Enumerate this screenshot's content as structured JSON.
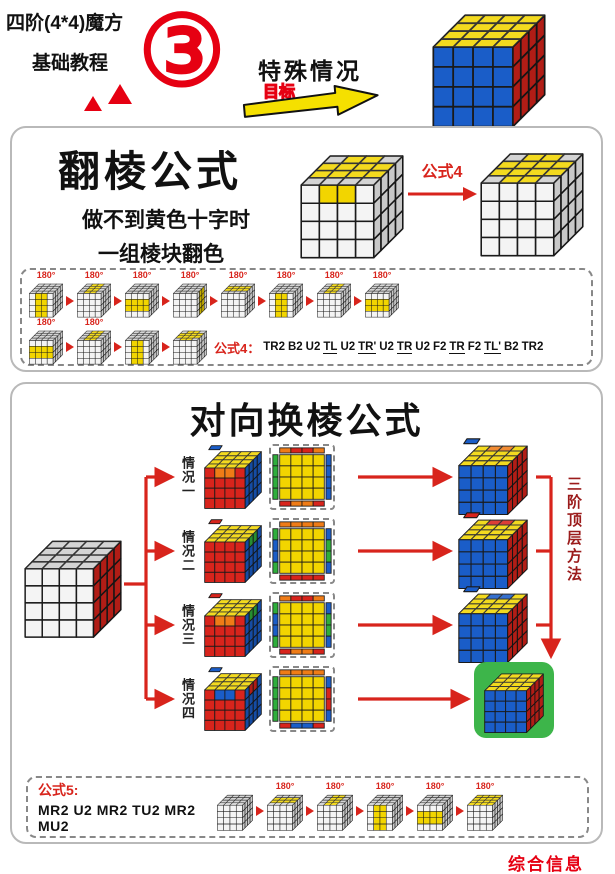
{
  "colors": {
    "Y": "#f2d500",
    "R": "#d8241c",
    "B": "#1a5dc8",
    "G": "#2fae3c",
    "O": "#ef7c17",
    "W": "#f4f4f4",
    "X": "#cfcfcf"
  },
  "header": {
    "title_line1": "四阶(4*4)魔方",
    "title_line2": "基础教程",
    "lesson_number": "③",
    "special_title": "特殊情况",
    "goal_label": "目标"
  },
  "header_cube": {
    "t": "Y",
    "f": "B",
    "r": "R"
  },
  "cube_defs": {
    "plain": {
      "t": "X",
      "f": "W",
      "r": "W"
    },
    "front_v": {
      "t": "X",
      "f": "WYYWWYYWWYYWWYYW",
      "r": "W"
    },
    "front_h": {
      "t": "X",
      "f": "WWWWYYYYYYYYWWWW",
      "r": "W"
    },
    "top_v": {
      "t": "XYYXXYYXXYYXXYYX",
      "f": "W",
      "r": "W"
    },
    "top_h": {
      "t": "XXXXYYYYYYYYXXXX",
      "f": "W",
      "r": "W"
    },
    "right_v": {
      "t": "X",
      "f": "W",
      "r": "WYYWWYYWWYYWWYYW"
    },
    "cross": {
      "t": "XYYXYYYYYYYYXYYX",
      "f": "W",
      "r": "W"
    },
    "top_full": {
      "t": "Y",
      "f": "W",
      "r": "W"
    }
  },
  "panel1": {
    "title": "翻棱公式",
    "line1": "做不到黄色十字时",
    "line2": "一组棱块翻色",
    "arrow_label": "公式4",
    "cube_before": {
      "t": "XYYXYYYYYYYYXXXX",
      "f": "WYYWWWWWWWWWWWWW",
      "r": "W"
    },
    "cube_after": {
      "t": "XYYXYYYYYYYYXYYX",
      "f": "W",
      "r": "W"
    },
    "seq_row1": [
      {
        "angle": "180°",
        "cube": "front_v"
      },
      {
        "angle": "180°",
        "cube": "top_v"
      },
      {
        "angle": "180°",
        "cube": "front_h"
      },
      {
        "angle": "180°",
        "cube": "right_v"
      },
      {
        "angle": "180°",
        "cube": "top_h"
      },
      {
        "angle": "180°",
        "cube": "front_v"
      },
      {
        "angle": "180°",
        "cube": "top_v"
      },
      {
        "angle": "180°",
        "cube": "front_h"
      }
    ],
    "seq_row2": [
      {
        "angle": "180°",
        "cube": "front_h"
      },
      {
        "angle": "180°",
        "cube": "top_v"
      },
      {
        "angle": "",
        "cube": "front_v"
      },
      {
        "angle": "",
        "cube": "cross"
      }
    ],
    "formula_label": "公式4：",
    "formula_tokens": [
      [
        "TR2",
        0
      ],
      [
        "B2",
        0
      ],
      [
        "U2",
        0
      ],
      [
        "TL",
        1
      ],
      [
        "U2",
        0
      ],
      [
        "TR'",
        1
      ],
      [
        "U2",
        0
      ],
      [
        "TR",
        1
      ],
      [
        "U2",
        0
      ],
      [
        "F2",
        0
      ],
      [
        "TR",
        1
      ],
      [
        "F2",
        0
      ],
      [
        "TL'",
        1
      ],
      [
        "B2",
        0
      ],
      [
        "TR2",
        0
      ]
    ]
  },
  "panel2": {
    "title": "对向换棱公式",
    "start_cube": {
      "t": "X",
      "f": "W",
      "r": "R"
    },
    "cases": [
      {
        "label": "情况一",
        "cube": {
          "t": "Y",
          "f": "ROORRRRRRRRRRRRR",
          "r": "B",
          "tab": "B"
        },
        "flat": {
          "grid": "Y",
          "back": "ORRO",
          "front": "ROOR",
          "left": "G",
          "right": "B"
        }
      },
      {
        "label": "情况二",
        "cube": {
          "t": "Y",
          "f": "R",
          "r": "BGGBBBBBBBBBBBBB",
          "tab": "R"
        },
        "flat": {
          "grid": "Y",
          "back": "O",
          "front": "R",
          "left": "GBBG",
          "right": "BGGB"
        }
      },
      {
        "label": "情况三",
        "cube": {
          "t": "Y",
          "f": "ROORRRRRRRRRRRRR",
          "r": "BGGBBBBBBBBBBBBB",
          "tab": "R"
        },
        "flat": {
          "grid": "Y",
          "back": "ORRO",
          "front": "ROOR",
          "left": "GBBG",
          "right": "BGGB"
        }
      },
      {
        "label": "情况四",
        "cube": {
          "t": "Y",
          "f": "RBBRRRRRRRRRRRRR",
          "r": "BRRBBBBBBBBBBBBB",
          "tab": "B"
        },
        "flat": {
          "grid": "Y",
          "back": "O",
          "front": "RBBR",
          "left": "G",
          "right": "BRRB"
        }
      }
    ],
    "result_cubes": [
      {
        "t": "YOOYYYYYYYYYYYYY",
        "f": "B",
        "r": "R",
        "tab": "B"
      },
      {
        "t": "YRRYYYYYYYYYYYYY",
        "f": "B",
        "r": "R",
        "tab": "R"
      },
      {
        "t": "YBBYYYYYYYYYYYYY",
        "f": "B",
        "r": "R",
        "tab": "B"
      }
    ],
    "final_cube": {
      "t": "Y",
      "f": "B",
      "r": "R"
    },
    "side_note": "三阶顶层方法"
  },
  "panel3": {
    "label": "公式5:",
    "formula": "MR2 U2 MR2  TU2 MR2 MU2",
    "seq": [
      {
        "angle": "",
        "cube": "plain"
      },
      {
        "angle": "180°",
        "cube": "top_h"
      },
      {
        "angle": "180°",
        "cube": "top_v"
      },
      {
        "angle": "180°",
        "cube": "front_v"
      },
      {
        "angle": "180°",
        "cube": "front_h"
      },
      {
        "angle": "180°",
        "cube": "top_full"
      }
    ]
  },
  "watermark": "综合信息"
}
